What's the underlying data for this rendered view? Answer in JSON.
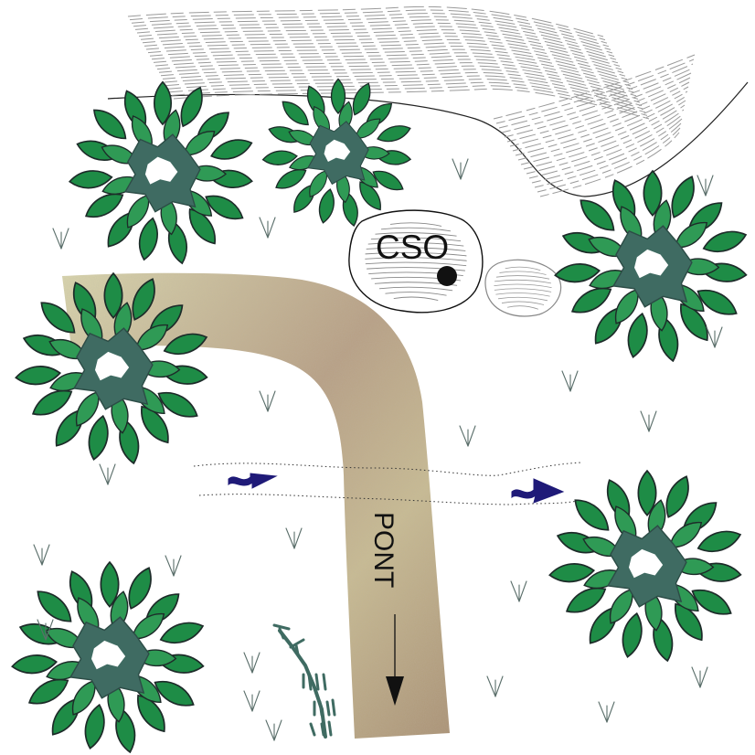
{
  "map": {
    "labels": {
      "cave": "CSO",
      "path": "PONT"
    },
    "colors": {
      "bush_light": "#1e8c46",
      "bush_dark": "#3f6b62",
      "bush_outline": "#1d2b29",
      "path_fill": "#bba98a",
      "path_light": "#d6d2a8",
      "path_dark": "#9a8063",
      "stream_arrow": "#1f1a78",
      "grass": "#5a6e6a",
      "rock_line": "#888888"
    },
    "icons": {
      "bush": "bush-icon",
      "grass": "grass-tuft-icon",
      "rock": "rock-icon",
      "cave_entrance": "cave-entrance-dot",
      "stream_flow": "flow-arrow-icon",
      "direction": "direction-arrow-icon",
      "fence": "fence-icon"
    }
  }
}
